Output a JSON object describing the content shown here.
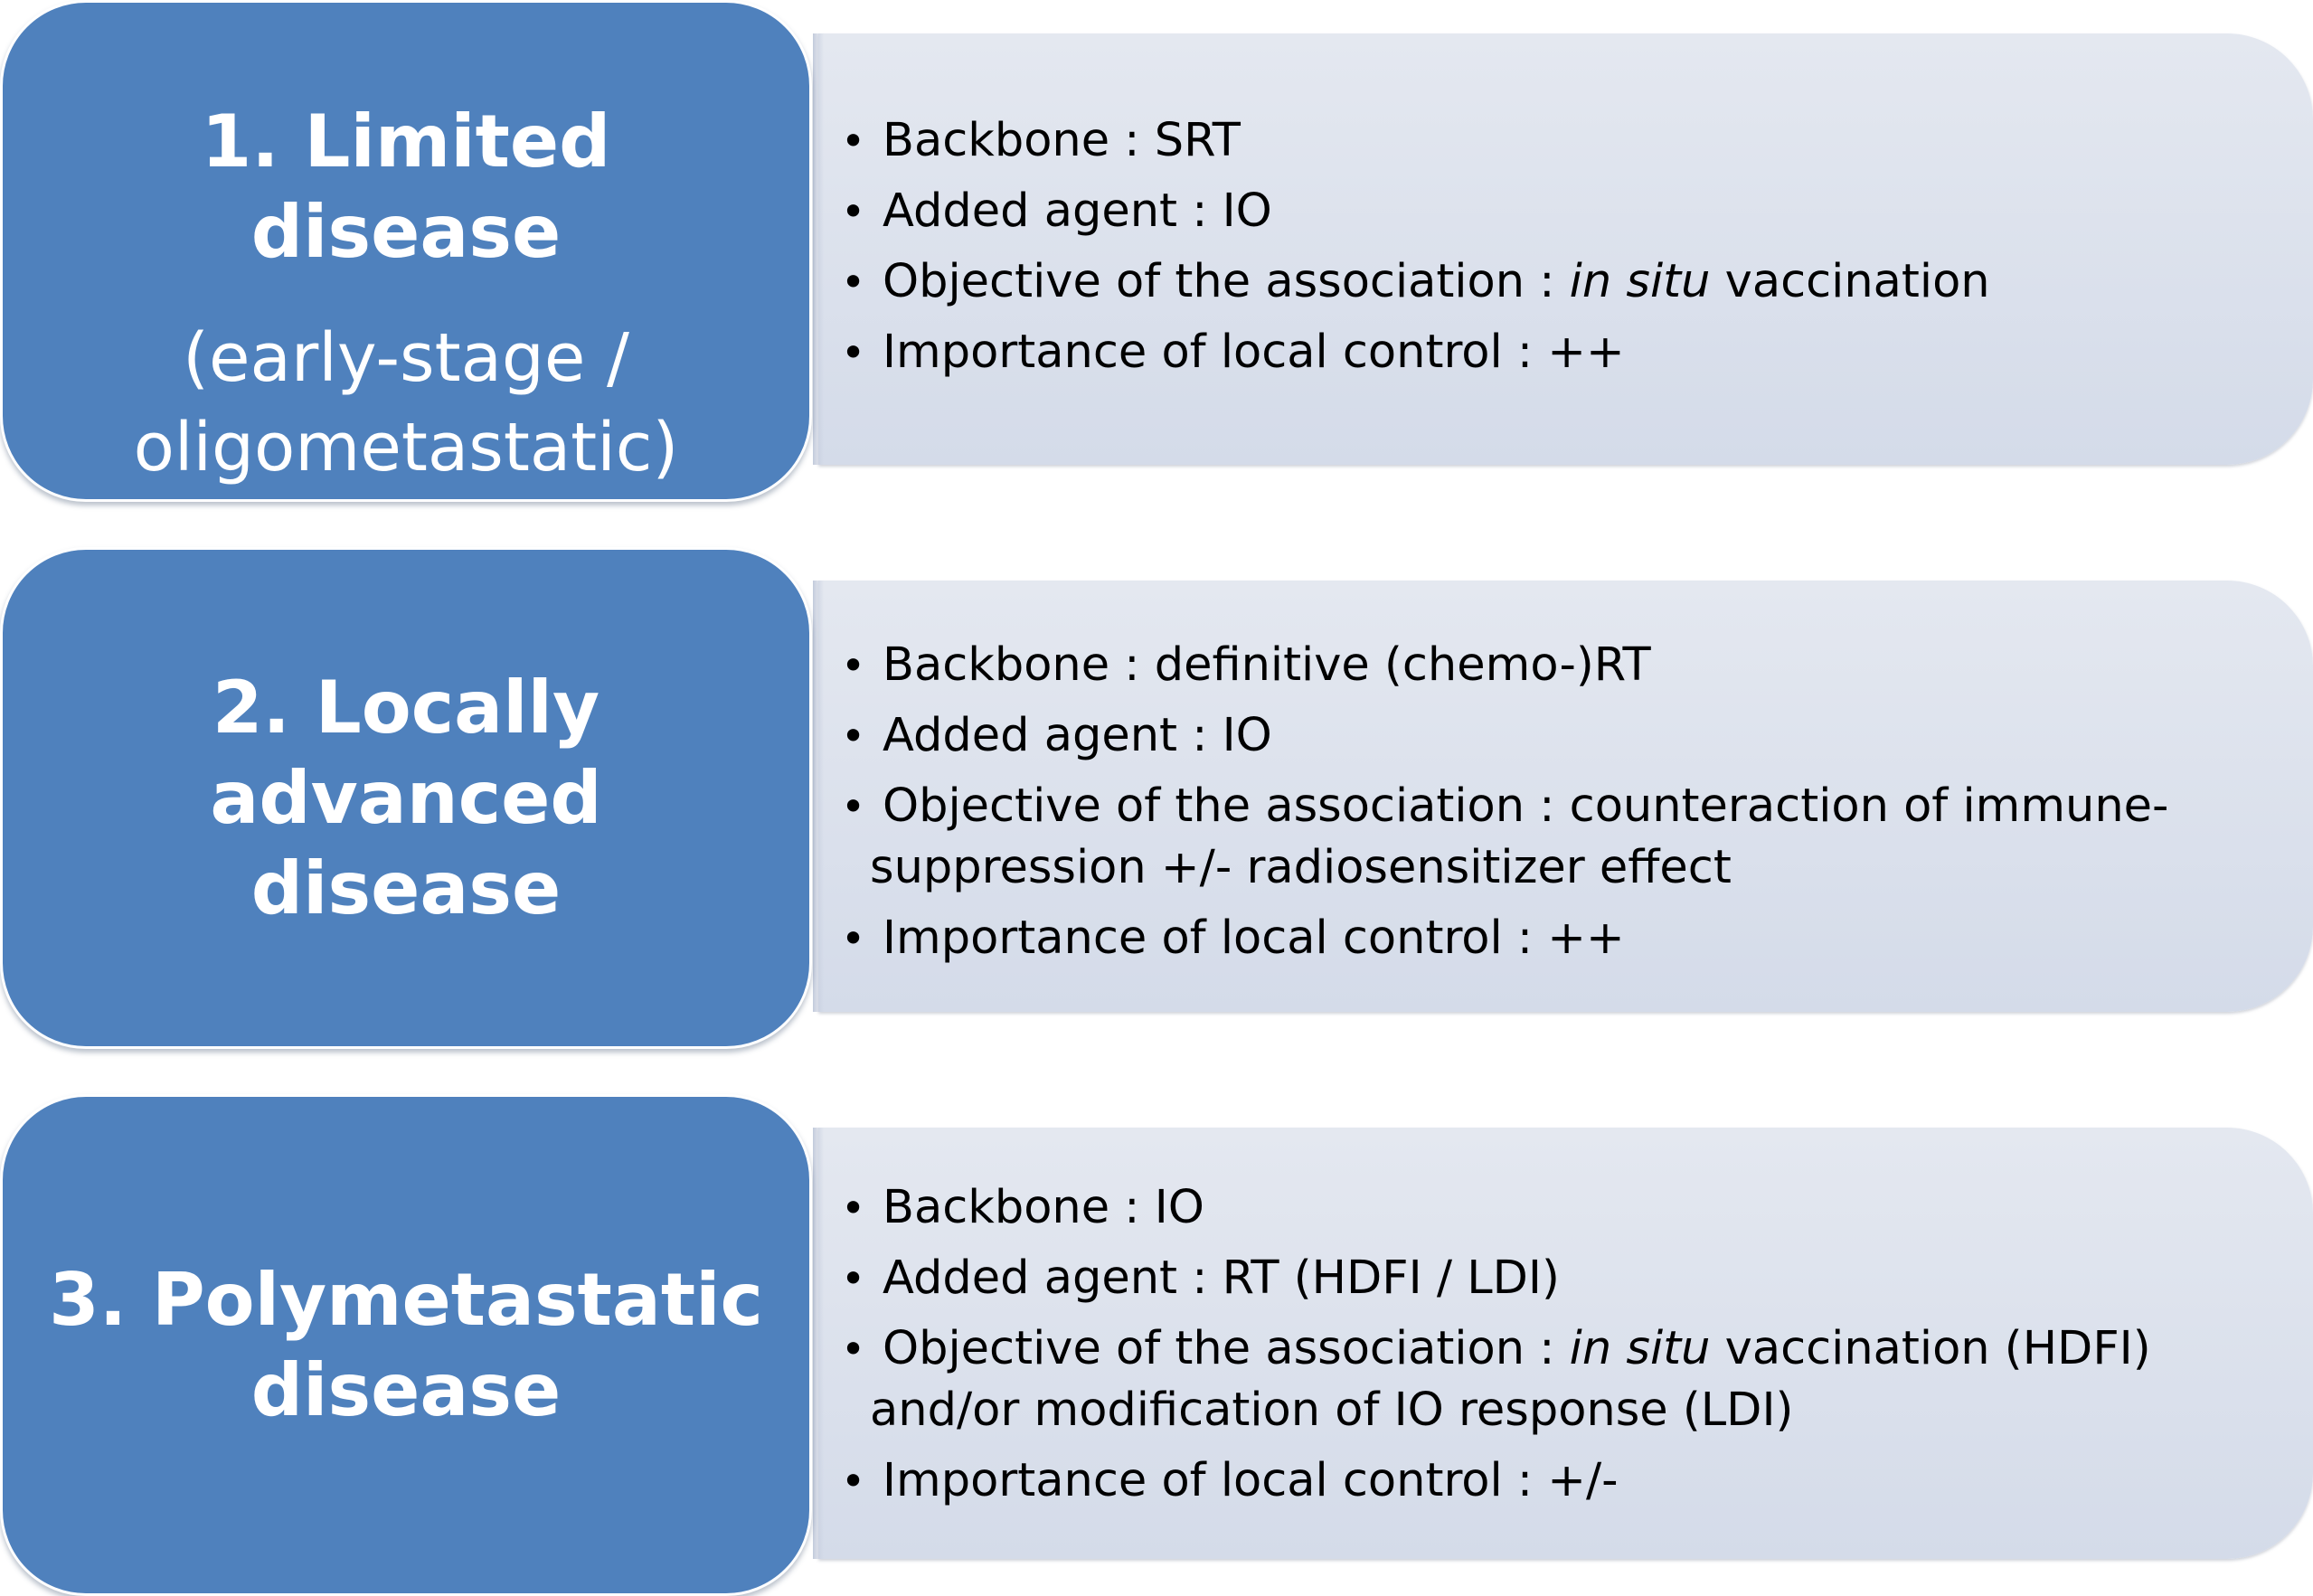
{
  "rows": [
    {
      "title": "1. Limited disease",
      "subtitle_line1": "(early-stage /",
      "subtitle_line2": "oligometastatic)",
      "bullets": {
        "backbone": "Backbone : SRT",
        "agent": "Added agent : IO",
        "objective_prefix": "Objective of the association : ",
        "objective_italic": "in situ",
        "objective_suffix": " vaccination",
        "local_control": "Importance of local control : ++"
      }
    },
    {
      "title_line1": "2. Locally advanced",
      "title_line2": "disease",
      "bullets": {
        "backbone": "Backbone : definitive (chemo-)RT",
        "agent": "Added agent : IO",
        "objective_line1": "Objective of the association : counteraction of immune-",
        "objective_line2": "suppression +/- radiosensitizer effect",
        "local_control": "Importance of local control : ++"
      }
    },
    {
      "title_line1": "3. Polymetastatic",
      "title_line2": "disease",
      "bullets": {
        "backbone": "Backbone : IO",
        "agent": "Added agent : RT (HDFI / LDI)",
        "objective_prefix": "Objective of the association : ",
        "objective_italic": "in situ",
        "objective_suffix": " vaccination (HDFI)",
        "objective_line2": "and/or modification of IO response (LDI)",
        "local_control": "Importance of local control : +/-"
      }
    }
  ],
  "colors": {
    "label_fill": "#4f81bd",
    "content_fill": "#dce2ed",
    "label_text": "#ffffff",
    "content_text": "#000000"
  }
}
